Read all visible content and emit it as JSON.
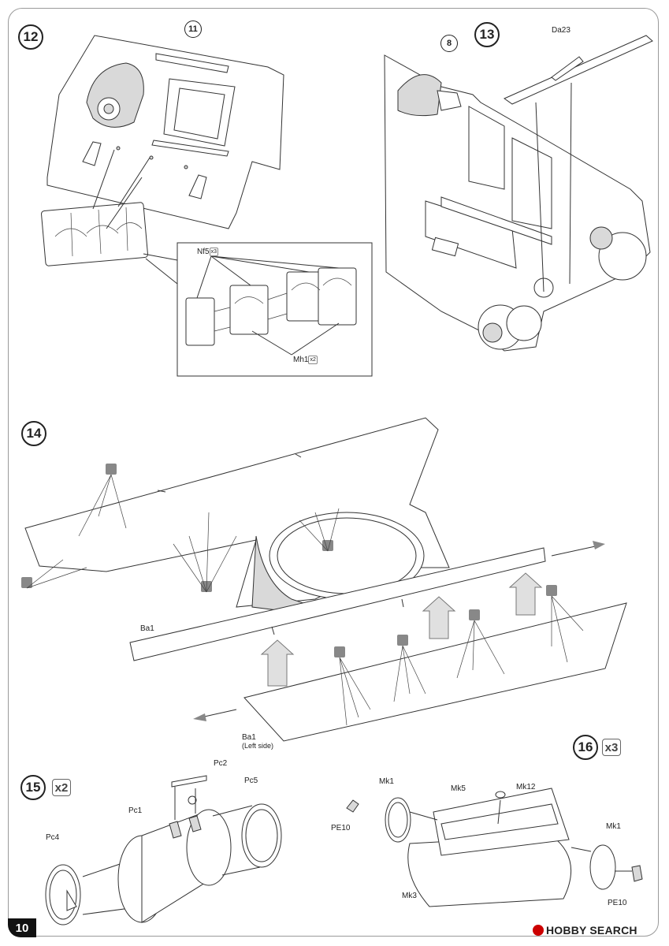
{
  "page": {
    "number": "10"
  },
  "watermark": {
    "text": "HOBBY SEARCH"
  },
  "steps": [
    {
      "id": "12",
      "label": "12"
    },
    {
      "id": "13",
      "label": "13"
    },
    {
      "id": "14",
      "label": "14"
    },
    {
      "id": "15",
      "label": "15",
      "multiplier": "x2"
    },
    {
      "id": "16",
      "label": "16",
      "multiplier": "x3"
    }
  ],
  "subassemblies": {
    "s11": "11",
    "s8": "8"
  },
  "parts": {
    "nf5": "Nf5",
    "nf5_qty": "x3",
    "mh1": "Mh1",
    "mh1_qty": "x2",
    "da23": "Da23",
    "ba1_top": "Ba1",
    "ba1_bottom": "Ba1",
    "ba1_bottom_note": "(Left side)",
    "pc1": "Pc1",
    "pc2": "Pc2",
    "pc4": "Pc4",
    "pc5": "Pc5",
    "mk1_left": "Mk1",
    "mk1_right": "Mk1",
    "mk3": "Mk3",
    "mk5": "Mk5",
    "mk12": "Mk12",
    "pe10_left": "PE10",
    "pe10_right": "PE10"
  }
}
